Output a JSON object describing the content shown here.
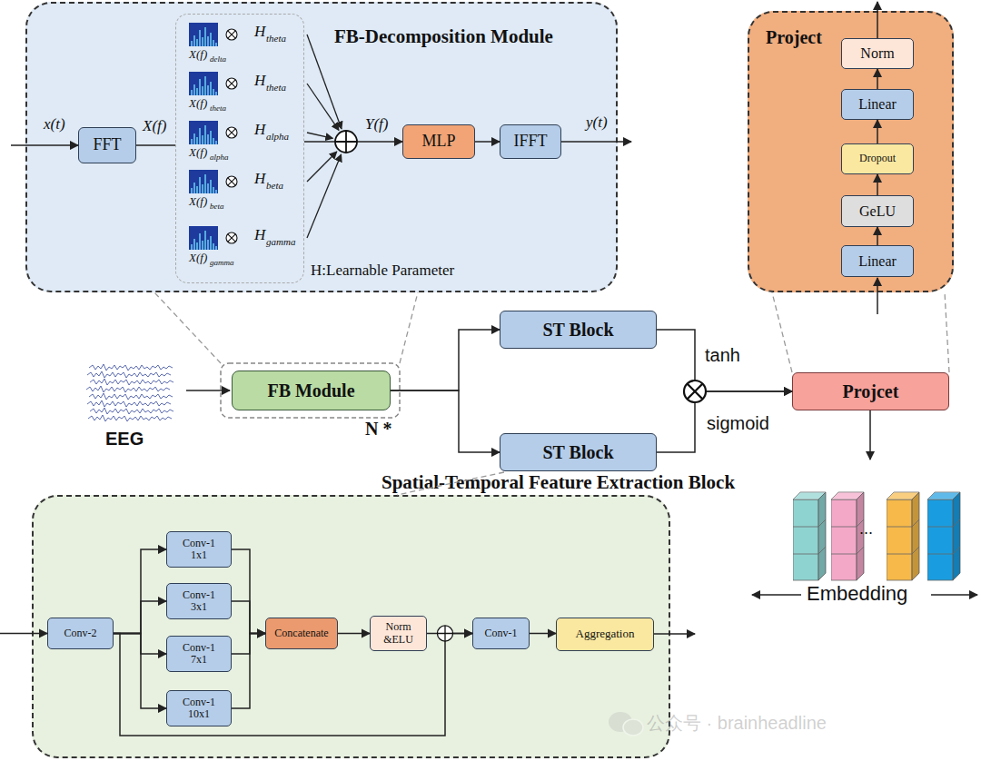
{
  "diagram": {
    "nodes": [
      {
        "text": [
          "FB-Decomposition Module"
        ]
      },
      {
        "text": [
          "FFT"
        ],
        "in": 0
      },
      {
        "text": [
          "H:Learnable Parameter"
        ],
        "in": 0
      },
      {
        "text": [
          "MLP"
        ],
        "in": 0
      },
      {
        "text": [
          "IFFT"
        ],
        "in": 0
      },
      {
        "text": [
          "Project"
        ]
      },
      {
        "text": [
          "Norm"
        ],
        "in": 5
      },
      {
        "text": [
          "Linear"
        ],
        "in": 5
      },
      {
        "text": [
          "Dropout"
        ],
        "in": 5
      },
      {
        "text": [
          "GeLU"
        ],
        "in": 5
      },
      {
        "text": [
          "Linear"
        ],
        "in": 5
      },
      {
        "text": [
          "FB Module"
        ]
      },
      {
        "text": [
          "ST Block"
        ]
      },
      {
        "text": [
          "ST Block"
        ]
      },
      {
        "text": [
          "Projcet"
        ]
      },
      {
        "text": [
          "Spatial-Temporal Feature Extraction Block"
        ]
      },
      {
        "text": [
          "Conv-2"
        ],
        "in": 15
      },
      {
        "text": [
          "Conv-1 1x1"
        ],
        "in": 15
      },
      {
        "text": [
          "Conv-1 3x1"
        ],
        "in": 15
      },
      {
        "text": [
          "Conv-1 7x1"
        ],
        "in": 15
      },
      {
        "text": [
          "Conv-1 10x1"
        ],
        "in": 15
      },
      {
        "text": [
          "Concatenate"
        ],
        "in": 15
      },
      {
        "text": [
          "Norm &ELU"
        ],
        "in": 15
      },
      {
        "text": [
          "Conv-1"
        ],
        "in": 15
      },
      {
        "text": [
          "Aggregation"
        ],
        "in": 15
      }
    ],
    "edges": [
      {
        "from": 1,
        "to": 2,
        "arrow": "none",
        "label": "X(f)"
      },
      {
        "from": 2,
        "to": 3,
        "arrow": "to",
        "label": "Y(f)"
      },
      {
        "from": 3,
        "to": 4,
        "arrow": "to"
      },
      {
        "from": 11,
        "to": 12,
        "arrow": "to"
      },
      {
        "from": 11,
        "to": 13,
        "arrow": "to"
      },
      {
        "from": 12,
        "to": 14,
        "arrow": "to",
        "label": "tanh"
      },
      {
        "from": 13,
        "to": 14,
        "arrow": "to",
        "label": "sigmoid"
      },
      {
        "from": 10,
        "to": 9,
        "arrow": "to"
      },
      {
        "from": 9,
        "to": 8,
        "arrow": "to"
      },
      {
        "from": 8,
        "to": 7,
        "arrow": "to"
      },
      {
        "from": 7,
        "to": 6,
        "arrow": "to"
      },
      {
        "from": 16,
        "to": 17,
        "arrow": "to"
      },
      {
        "from": 16,
        "to": 18,
        "arrow": "to"
      },
      {
        "from": 16,
        "to": 19,
        "arrow": "to"
      },
      {
        "from": 16,
        "to": 20,
        "arrow": "to"
      },
      {
        "from": 17,
        "to": 21,
        "arrow": "to"
      },
      {
        "from": 18,
        "to": 21,
        "arrow": "to"
      },
      {
        "from": 19,
        "to": 21,
        "arrow": "to"
      },
      {
        "from": 20,
        "to": 21,
        "arrow": "to"
      },
      {
        "from": 21,
        "to": 22,
        "arrow": "to"
      },
      {
        "from": 22,
        "to": 23,
        "arrow": "to"
      },
      {
        "from": 16,
        "to": 23,
        "arrow": "to"
      },
      {
        "from": 23,
        "to": 24,
        "arrow": "to"
      }
    ],
    "labels": [
      "x(t)",
      "H",
      "theta",
      "X(f)",
      "delta",
      "H",
      "theta",
      "X(f)",
      "theta",
      "H",
      "alpha",
      "X(f)",
      "alpha",
      "H",
      "beta",
      "X(f)",
      "beta",
      "H",
      "gamma",
      "X(f)",
      "gamma",
      "y(t)",
      "EEG",
      "N *",
      "...",
      "Embedding",
      "公众号 · brainheadline"
    ]
  }
}
